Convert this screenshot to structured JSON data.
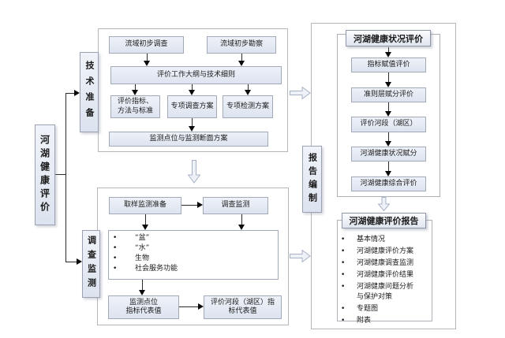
{
  "diagram": {
    "bullet_char": "•",
    "root_label": "河湖健康评价",
    "stages": {
      "tech": "技术准备",
      "survey": "调查监测",
      "report": "报告编制"
    },
    "tech_section": {
      "basin_survey": "流域初步调查",
      "basin_recon": "流域初步勘察",
      "outline": "评价工作大纲与技术细则",
      "indicators": "评价指标、\n方法与标准",
      "special_survey_plan": "专项调查方案",
      "special_test_plan": "专项检测方案",
      "monitor_point_plan": "监测点位与监测断面方案"
    },
    "survey_section": {
      "sampling_prep": "取样监测准备",
      "survey_monitoring": "调查监测",
      "bullets": [
        "“盆”",
        "“水”",
        "生物",
        "社会服务功能"
      ],
      "point_values": "监测点位\n指标代表值",
      "reach_values": "评价河段（湖区）指\n标代表值"
    },
    "report_section": {
      "status_title": "河湖健康状况评价",
      "steps": [
        "指标赋值评价",
        "准则层赋分评价",
        "评价河段（湖区）",
        "河湖健康状况赋分",
        "河湖健康综合评价"
      ],
      "report_title": "河湖健康评价报告",
      "items": [
        "基本情况",
        "河湖健康评价方案",
        "河湖健康调查监测",
        "河湖健康评价结果",
        "河湖健康问题分析\n与保护对策",
        "专题图",
        "附表"
      ]
    }
  },
  "colors": {
    "box_fill": "#e3e8f2",
    "box_border": "#a2a9b9",
    "title_border": "#8e96a8",
    "panel_border": "#b4b6bb",
    "line": "#2b2b2b",
    "block_arrow_fill": "#eef1f7",
    "block_arrow_stroke": "#a9b2c4"
  }
}
